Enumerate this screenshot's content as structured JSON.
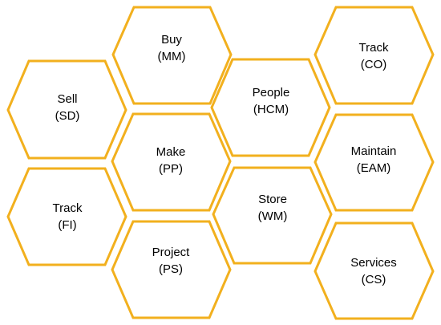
{
  "diagram": {
    "border_color": "#f2b01e",
    "fill_color": "#ffffff",
    "text_color": "#000000",
    "modules": [
      {
        "name": "Buy",
        "code": "(MM)"
      },
      {
        "name": "Track",
        "code": "(CO)"
      },
      {
        "name": "Sell",
        "code": "(SD)"
      },
      {
        "name": "People",
        "code": "(HCM)"
      },
      {
        "name": "Make",
        "code": "(PP)"
      },
      {
        "name": "Maintain",
        "code": "(EAM)"
      },
      {
        "name": "Track",
        "code": "(FI)"
      },
      {
        "name": "Store",
        "code": "(WM)"
      },
      {
        "name": "Project",
        "code": "(PS)"
      },
      {
        "name": "Services",
        "code": "(CS)"
      }
    ]
  }
}
